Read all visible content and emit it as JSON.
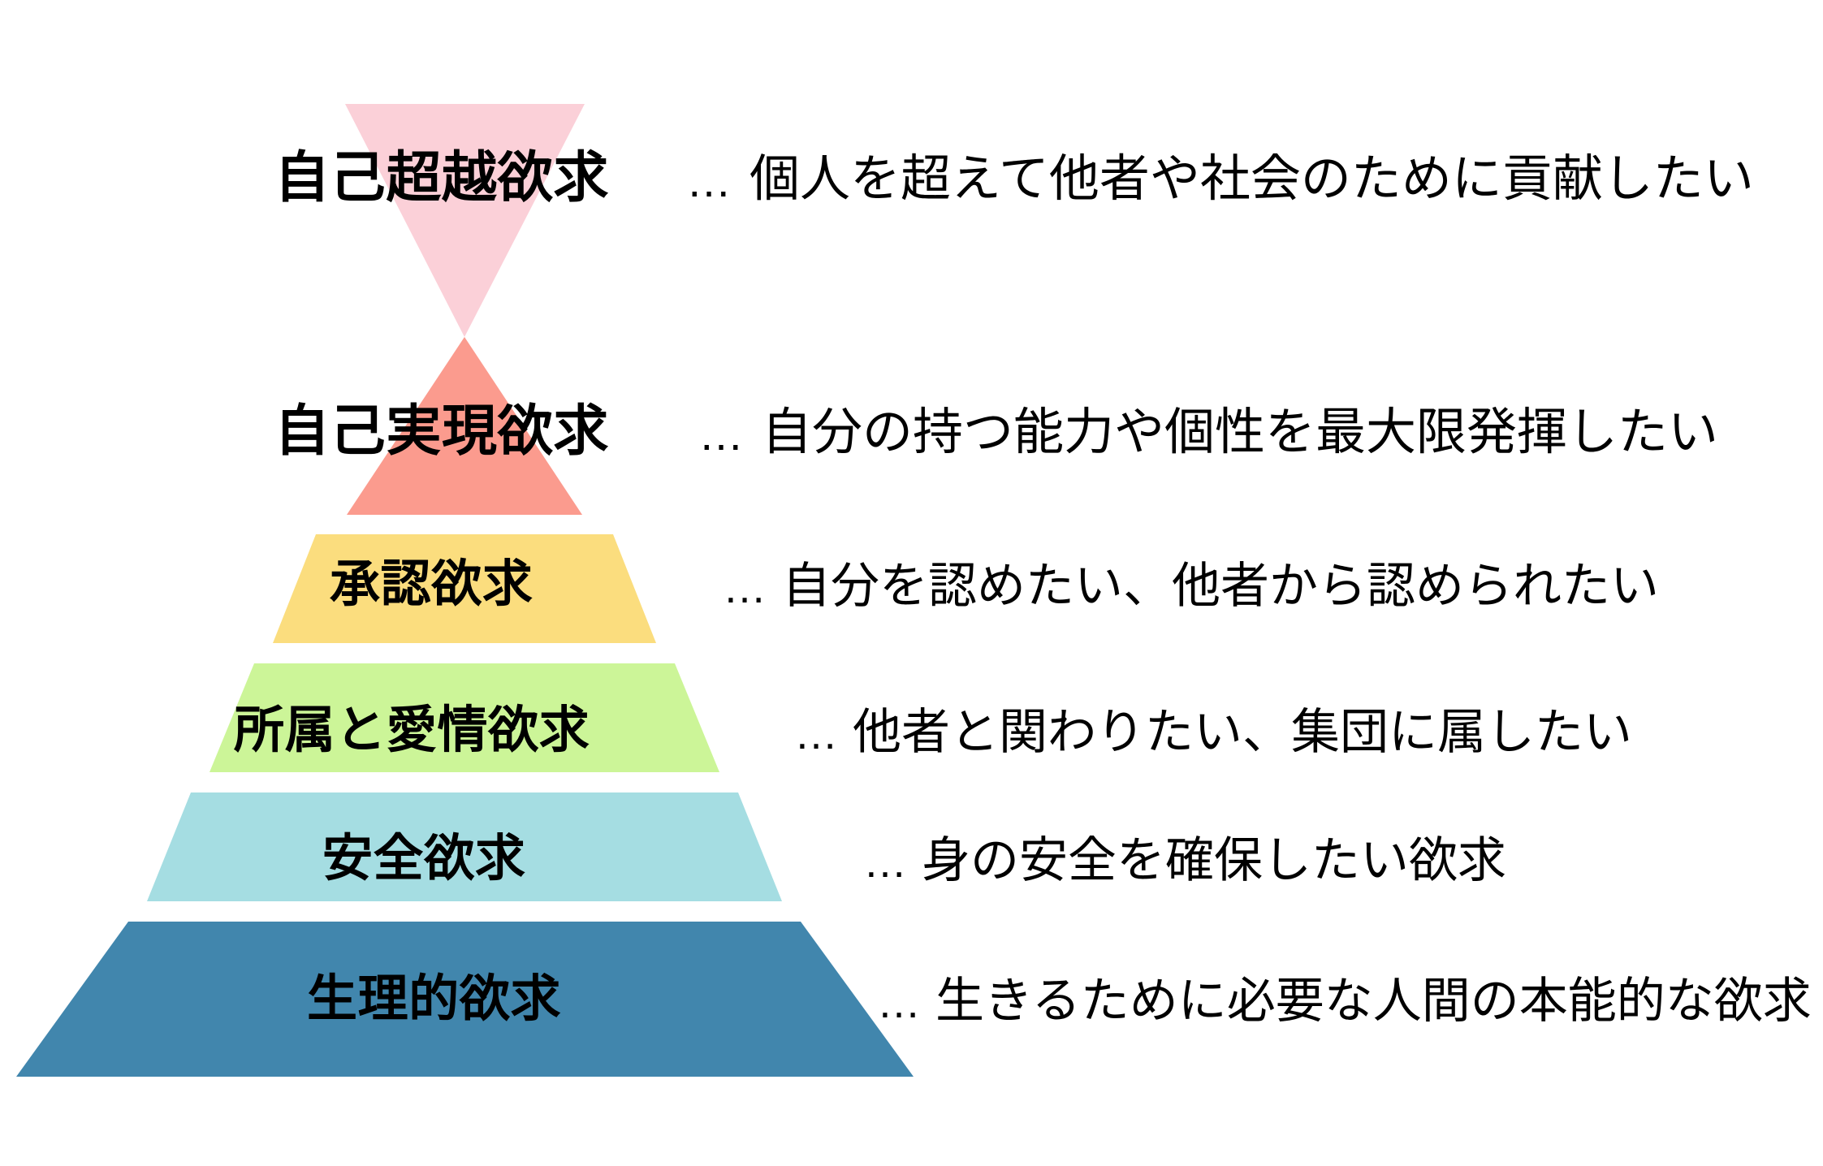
{
  "diagram": {
    "type": "pyramid",
    "title_text": "",
    "background_color": "#ffffff",
    "text_color": "#000000",
    "separator": "…",
    "levels": [
      {
        "rank": 6,
        "label": "自己超越欲求",
        "description": "個人を超えて他者や社会のために貢献したい",
        "color": "#fbd0d8",
        "shape": "inverted-triangle"
      },
      {
        "rank": 5,
        "label": "自己実現欲求",
        "description": "自分の持つ能力や個性を最大限発揮したい",
        "color": "#fb9b8e",
        "shape": "triangle"
      },
      {
        "rank": 4,
        "label": "承認欲求",
        "description": "自分を認めたい、他者から認められたい",
        "color": "#fbdd7e",
        "shape": "trapezoid"
      },
      {
        "rank": 3,
        "label": "所属と愛情欲求",
        "description": "他者と関わりたい、集団に属したい",
        "color": "#ccf598",
        "shape": "trapezoid"
      },
      {
        "rank": 2,
        "label": "安全欲求",
        "description": "身の安全を確保したい欲求",
        "color": "#a5dde2",
        "shape": "trapezoid"
      },
      {
        "rank": 1,
        "label": "生理的欲求",
        "description": "生きるために必要な人間の本能的な欲求",
        "color": "#4186ad",
        "shape": "trapezoid"
      }
    ]
  }
}
